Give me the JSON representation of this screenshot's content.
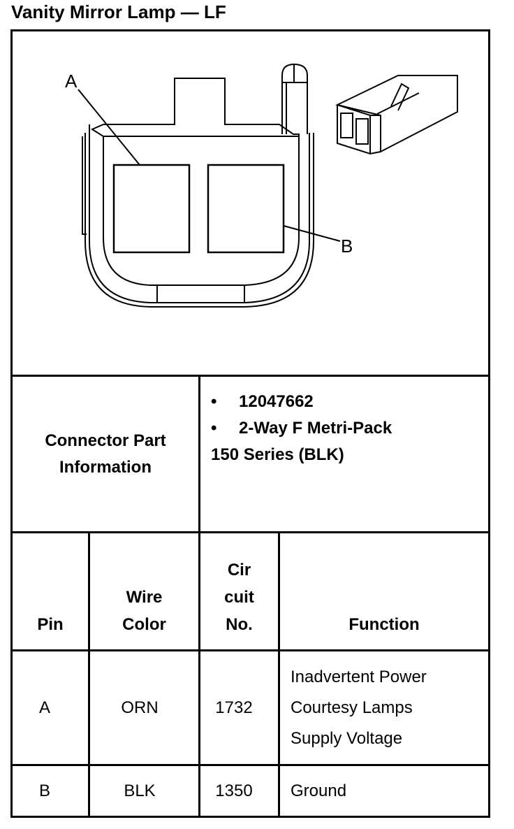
{
  "title": "Vanity Mirror Lamp — LF",
  "diagram": {
    "label_a": "A",
    "label_b": "B"
  },
  "connector_info": {
    "label_line1": "Connector Part",
    "label_line2": "Information",
    "bullet": "•",
    "part_number": "12047662",
    "part_type": "2-Way F Metri-Pack",
    "part_series": "150 Series (BLK)"
  },
  "table": {
    "headers": {
      "pin": "Pin",
      "wire_color_1": "Wire",
      "wire_color_2": "Color",
      "circuit_1": "Cir",
      "circuit_2": "cuit",
      "circuit_3": "No.",
      "function": "Function"
    },
    "rows": [
      {
        "pin": "A",
        "wire_color": "ORN",
        "circuit": "1732",
        "function_lines": [
          "Inadvertent Power",
          "Courtesy Lamps",
          "Supply Voltage"
        ]
      },
      {
        "pin": "B",
        "wire_color": "BLK",
        "circuit": "1350",
        "function_lines": [
          "Ground"
        ]
      }
    ]
  }
}
